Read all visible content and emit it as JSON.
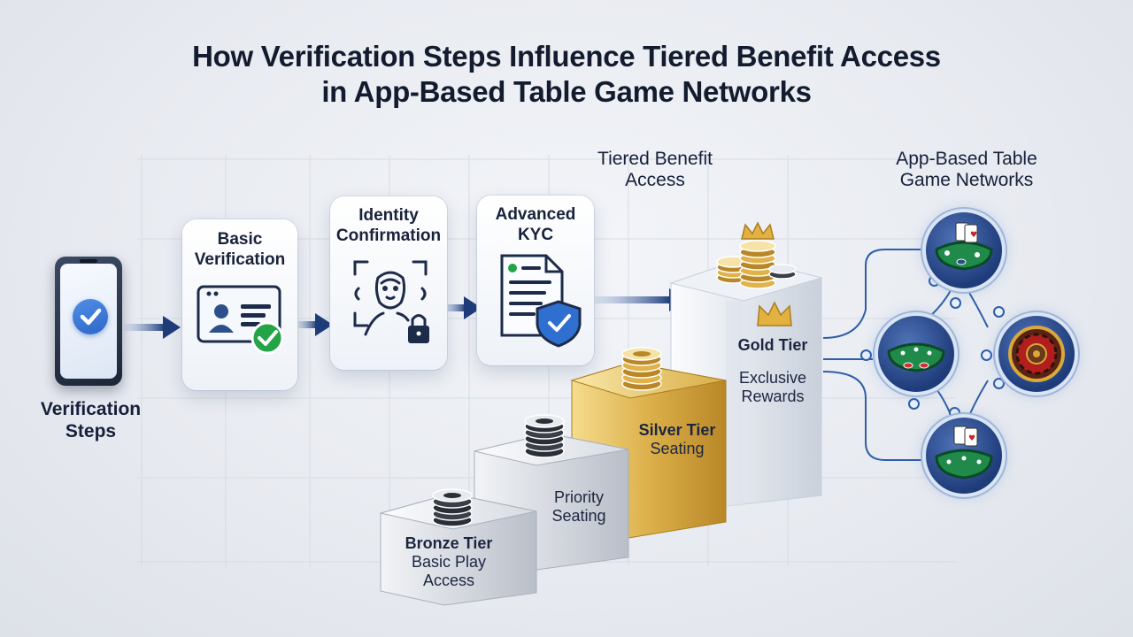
{
  "title": {
    "line1": "How Verification Steps Influence Tiered Benefit Access",
    "line2": "in App-Based Table Game Networks"
  },
  "verification": {
    "label_line1": "Verification",
    "label_line2": "Steps",
    "steps": [
      {
        "title_line1": "Basic",
        "title_line2": "Verification",
        "icon": "id-card-check-icon"
      },
      {
        "title_line1": "Identity",
        "title_line2": "Confirmation",
        "icon": "face-scan-lock-icon"
      },
      {
        "title_line1": "Advanced",
        "title_line2": "KYC",
        "icon": "document-shield-icon"
      }
    ]
  },
  "tiers": {
    "header_line1": "Tiered Benefit",
    "header_line2": "Access",
    "bronze": {
      "name": "Bronze Tier",
      "line1": "Basic Play",
      "line2": "Access"
    },
    "silver_step": {
      "line1": "Priority",
      "line2": "Seating"
    },
    "gold_step": {
      "name": "Silver Tier",
      "line1": "Seating"
    },
    "top_step": {
      "name": "Gold Tier",
      "line1": "Exclusive",
      "line2": "Rewards"
    }
  },
  "networks": {
    "header_line1": "App-Based Table",
    "header_line2": "Game Networks",
    "nodes": [
      "blackjack-table-icon",
      "poker-table-icon",
      "roulette-wheel-icon",
      "card-table-icon"
    ]
  },
  "colors": {
    "accent_blue": "#1f3c7a",
    "check_green": "#22a447",
    "gold": "#d9a93a",
    "silver": "#c9ced6"
  }
}
